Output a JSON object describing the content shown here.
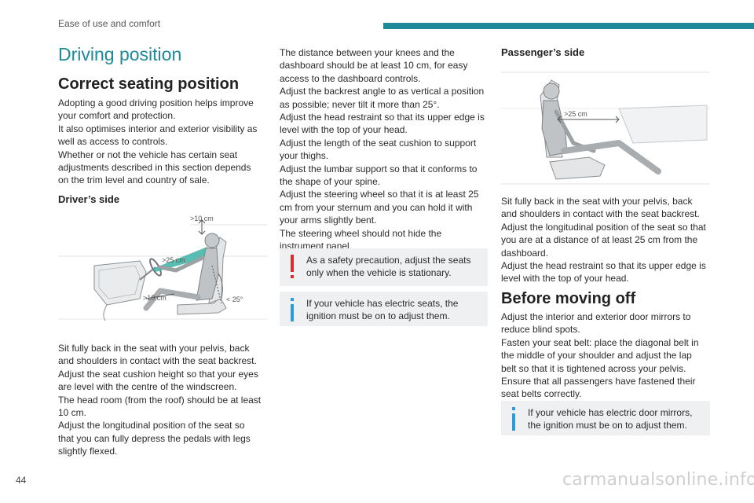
{
  "header": {
    "title": "Ease of use and comfort"
  },
  "footer": {
    "page_number": "44",
    "watermark": "carmanualsonline.info"
  },
  "colors": {
    "accent": "#1e8a99",
    "callout_bg": "#eef0f1",
    "warning_red": "#d32f2f",
    "info_blue": "#2e9bd6"
  },
  "col1": {
    "section_title": "Driving position",
    "heading": "Correct seating position",
    "intro": "Adopting a good driving position helps improve\nyour comfort and protection.\nIt also optimises interior and exterior visibility as\nwell as access to controls.\nWhether or not the vehicle has certain seat\nadjustments described in this section depends\non the trim level and country of sale.",
    "driver_heading": "Driver’s side",
    "driver_figure": {
      "label_head": ">10 cm",
      "label_wheel": ">25 cm",
      "label_knee": ">10 cm",
      "label_angle": "< 25°"
    },
    "driver_text": "Sit fully back in the seat with your pelvis, back\nand shoulders in contact with the seat backrest.\nAdjust the seat cushion height so that your eyes\nare level with the centre of the windscreen.\nThe head room (from the roof) should be at least\n10 cm.\nAdjust the longitudinal position of the seat so\nthat you can fully depress the pedals with legs\nslightly flexed."
  },
  "col2": {
    "text": "The distance between your knees and the\ndashboard should be at least 10 cm, for easy\naccess to the dashboard controls.\nAdjust the backrest angle to as vertical a position\nas possible; never tilt it more than 25°.\nAdjust the head restraint so that its upper edge is\nlevel with the top of your head.\nAdjust the length of the seat cushion to support\nyour thighs.\nAdjust the lumbar support so that it conforms to\nthe shape of your spine.\nAdjust the steering wheel so that it is at least 25\ncm from your sternum and you can hold it with\nyour arms slightly bent.\nThe steering wheel should not hide the\ninstrument panel.",
    "warning": "As a safety precaution, adjust the seats\nonly when the vehicle is stationary.",
    "info": "If your vehicle has electric seats, the\nignition must be on to adjust them."
  },
  "col3": {
    "passenger_heading": "Passenger’s side",
    "passenger_figure": {
      "label_distance": ">25 cm"
    },
    "passenger_text": "Sit fully back in the seat with your pelvis, back\nand shoulders in contact with the seat backrest.\nAdjust the longitudinal position of the seat so that\nyou are at a distance of at least 25 cm from the\ndashboard.\nAdjust the head restraint so that its upper edge is\nlevel with the top of your head.",
    "before_heading": "Before moving off",
    "before_text": "Adjust the interior and exterior door mirrors to\nreduce blind spots.\nFasten your seat belt: place the diagonal belt in\nthe middle of your shoulder and adjust the lap\nbelt so that it is tightened across your pelvis.\nEnsure that all passengers have fastened their\nseat belts correctly.",
    "info": "If your vehicle has electric door mirrors,\nthe ignition must be on to adjust them."
  }
}
